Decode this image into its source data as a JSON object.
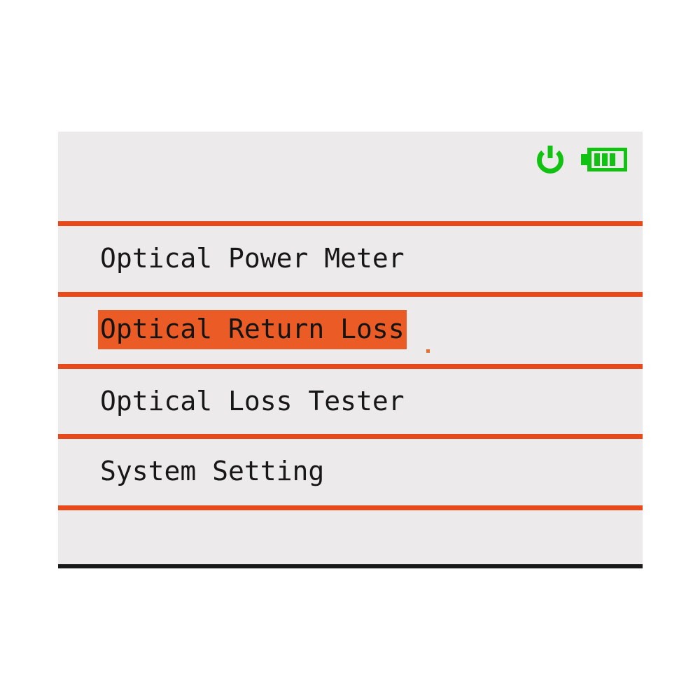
{
  "device": {
    "screen_background": "#ECEAEA",
    "bezel_color": "#1A1A1A"
  },
  "status_bar": {
    "icons": [
      {
        "name": "power-icon",
        "label": "Power",
        "color": "#12C212"
      },
      {
        "name": "battery-icon",
        "label": "Battery",
        "color": "#12C212",
        "level_bars": 3,
        "level_total": 3
      }
    ]
  },
  "menu": {
    "divider_color": "#E8491B",
    "highlight_color": "#EA5B26",
    "text_color": "#171717",
    "selected_index": 1,
    "items": [
      {
        "label": "Optical Power Meter",
        "name": "menu-item-optical-power-meter",
        "selected": false
      },
      {
        "label": "Optical Return Loss",
        "name": "menu-item-optical-return-loss",
        "selected": true
      },
      {
        "label": "Optical Loss Tester",
        "name": "menu-item-optical-loss-tester",
        "selected": false
      },
      {
        "label": "System Setting",
        "name": "menu-item-system-setting",
        "selected": false
      }
    ]
  }
}
